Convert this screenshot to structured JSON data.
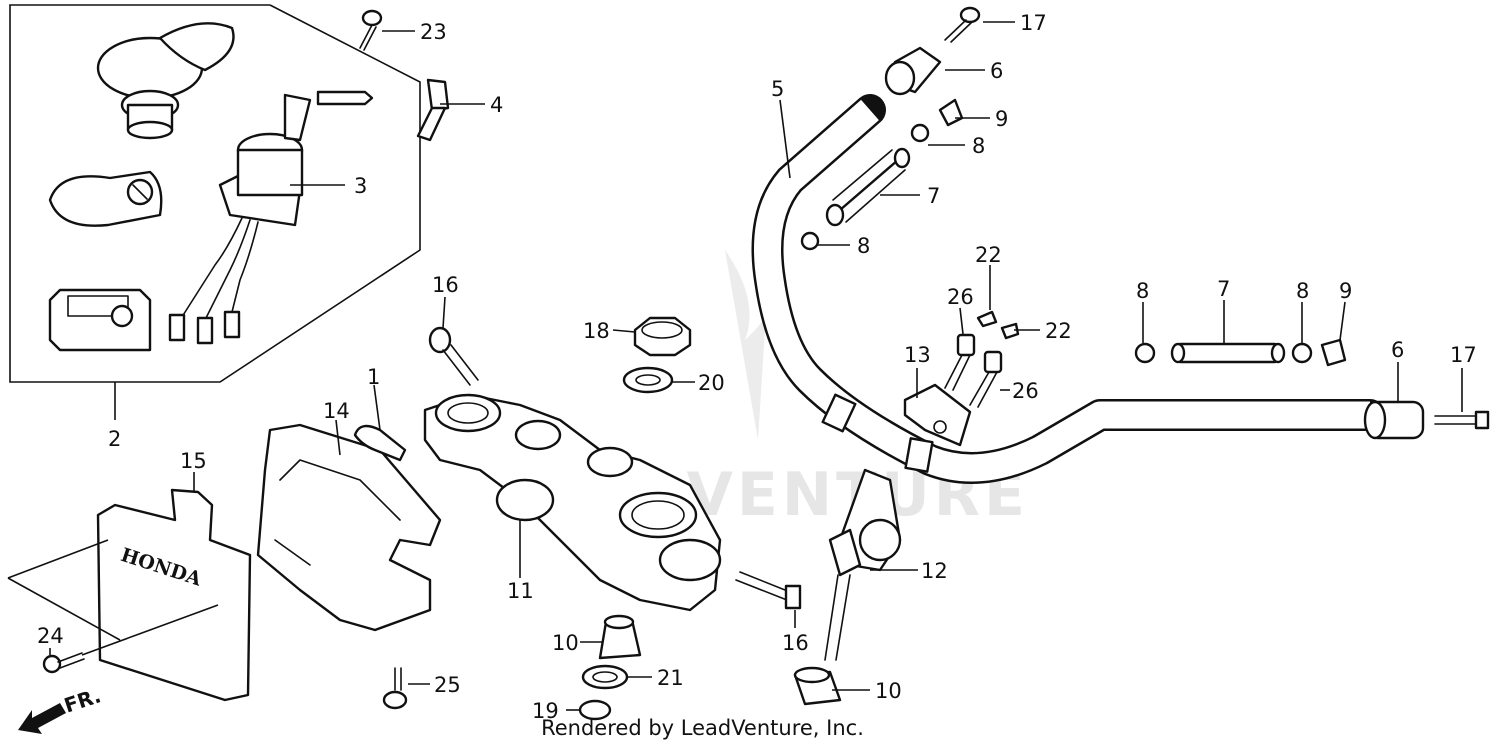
{
  "footer": {
    "credit": "Rendered by LeadVenture, Inc."
  },
  "watermark": {
    "text": "LEADVENTURE"
  },
  "badge": {
    "fr": "FR.",
    "brand": "HONDA"
  },
  "callouts": {
    "c1": "1",
    "c2": "2",
    "c3": "3",
    "c4": "4",
    "c5": "5",
    "c6a": "6",
    "c6b": "6",
    "c7a": "7",
    "c7b": "7",
    "c8a": "8",
    "c8b": "8",
    "c8c": "8",
    "c8d": "8",
    "c9a": "9",
    "c9b": "9",
    "c10a": "10",
    "c10b": "10",
    "c11": "11",
    "c12": "12",
    "c13": "13",
    "c14": "14",
    "c15": "15",
    "c16a": "16",
    "c16b": "16",
    "c17a": "17",
    "c17b": "17",
    "c18": "18",
    "c19": "19",
    "c20": "20",
    "c21": "21",
    "c22a": "22",
    "c22b": "22",
    "c23": "23",
    "c24": "24",
    "c25": "25",
    "c26a": "26",
    "c26b": "26"
  }
}
